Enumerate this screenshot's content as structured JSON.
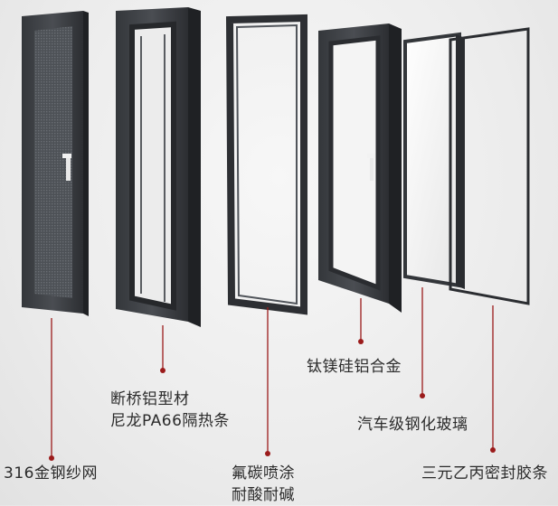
{
  "callouts": {
    "screen": {
      "line1": "316金钢纱网"
    },
    "profile": {
      "line1": "断桥铝型材",
      "line2": "尼龙PA66隔热条"
    },
    "coating": {
      "line1": "氟碳喷涂",
      "line2": "耐酸耐碱"
    },
    "alloy": {
      "line1": "钛镁硅铝合金"
    },
    "glass": {
      "line1": "汽车级钢化玻璃"
    },
    "seal": {
      "line1": "三元乙丙密封胶条"
    }
  },
  "colors": {
    "frame_dark": "#2d2f33",
    "frame_mid": "#45484d",
    "leader_line": "#9b1b1b",
    "dot": "#9b1b1b",
    "glass_face": "#f7f7f7",
    "text": "#2b2b2b"
  }
}
